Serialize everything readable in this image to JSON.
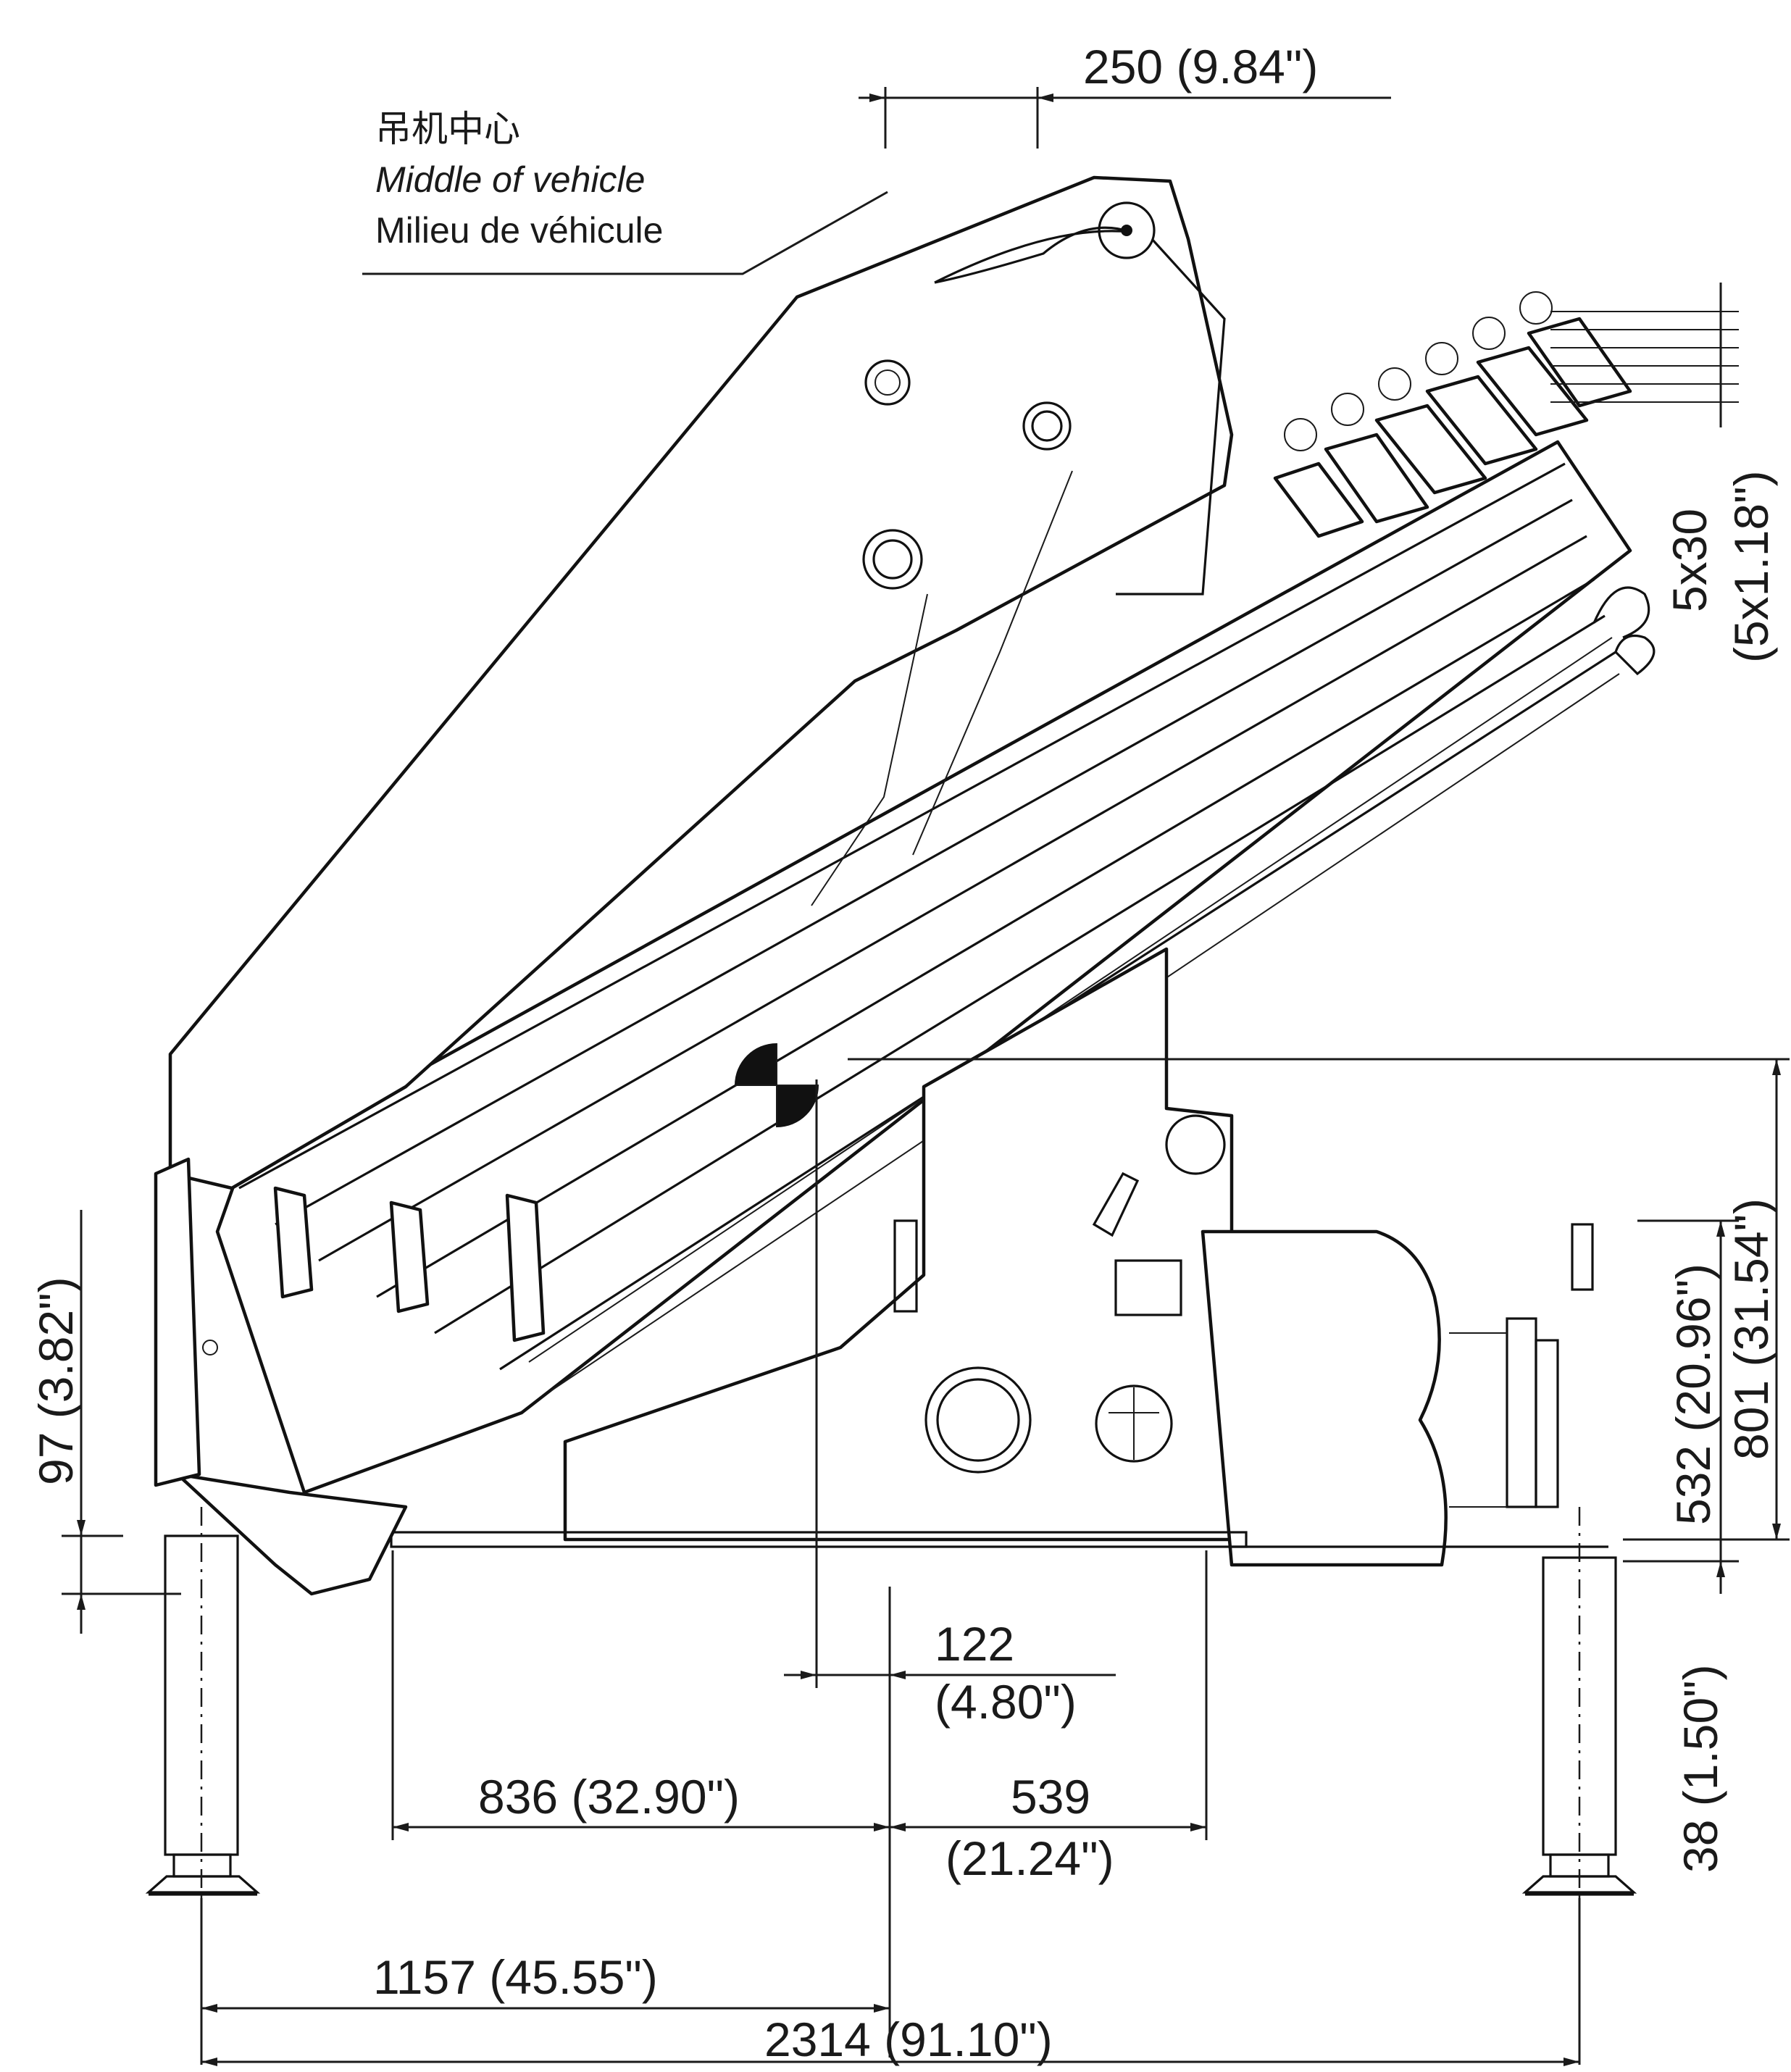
{
  "figure": {
    "vehicle_middle_label": {
      "zh": "吊机中心",
      "en": "Middle of vehicle",
      "fr": "Milieu de véhicule"
    }
  },
  "dimensions": {
    "top_offset": "250  (9.84\")",
    "boom_step": "5x30",
    "boom_step_in": "(5x1.18\")",
    "left_height": "97  (3.82\")",
    "height_532": "532 (20.96\")",
    "height_801": "801  (31.54\")",
    "height_38": "38  (1.50\")",
    "cog_offset": "122",
    "cog_offset_in": "(4.80\")",
    "base_left": "836  (32.90\")",
    "base_right": "539",
    "base_right_in": "(21.24\")",
    "half_span": "1157  (45.55\")",
    "full_span": "2314  (91.10\")"
  }
}
